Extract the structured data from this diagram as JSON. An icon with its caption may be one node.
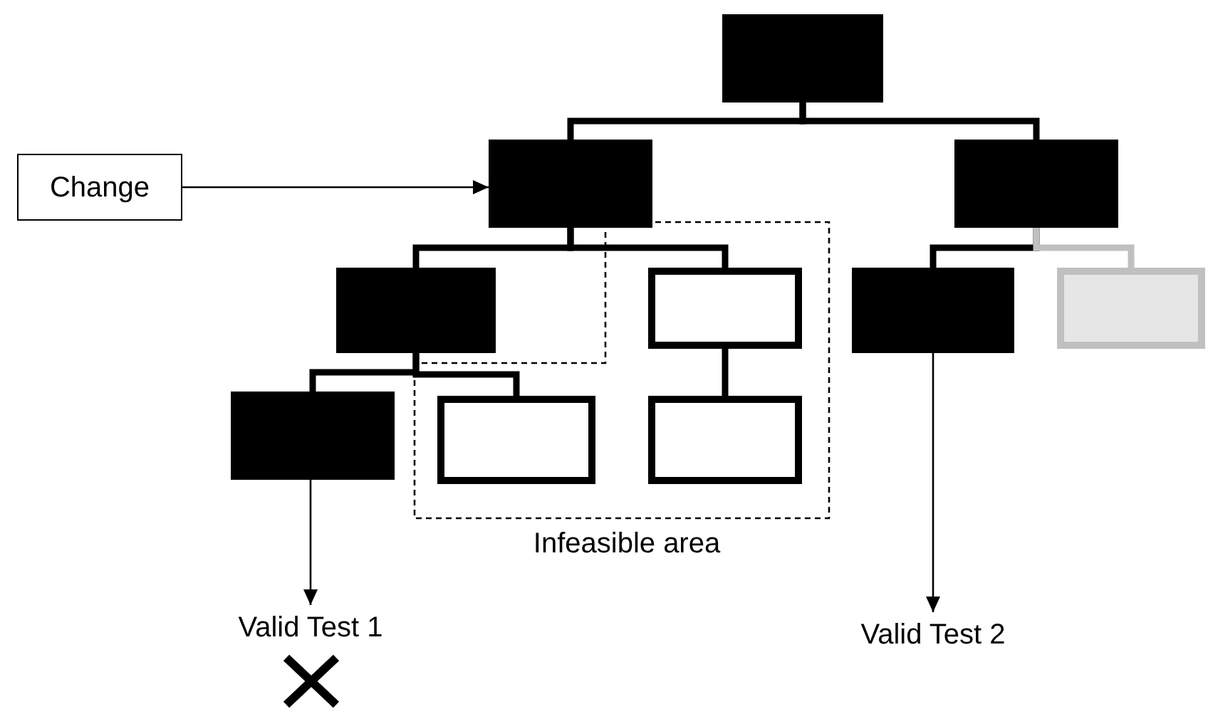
{
  "diagram": {
    "nodes": [
      {
        "text": [],
        "shape": "box"
      },
      {
        "text": [
          "Change"
        ]
      },
      {
        "text": [],
        "shape": "box"
      },
      {
        "text": [],
        "shape": "box"
      },
      {
        "text": [
          "Infeasible area"
        ]
      },
      {
        "text": [],
        "shape": "box"
      },
      {
        "text": [],
        "shape": "box",
        "in": 4
      },
      {
        "text": [],
        "shape": "box"
      },
      {
        "text": [],
        "shape": "box"
      },
      {
        "text": [],
        "shape": "box"
      },
      {
        "text": [],
        "shape": "box",
        "in": 4
      },
      {
        "text": [],
        "shape": "box",
        "in": 4
      },
      {
        "text": [
          "Valid Test 1"
        ]
      },
      {
        "text": [
          "Valid Test 2"
        ]
      }
    ],
    "edges": [
      {
        "from": 0,
        "to": 2,
        "arrow": "none"
      },
      {
        "from": 0,
        "to": 3,
        "arrow": "none"
      },
      {
        "from": 1,
        "to": 2,
        "arrow": "to"
      },
      {
        "from": 2,
        "to": 5,
        "arrow": "none"
      },
      {
        "from": 2,
        "to": 6,
        "arrow": "none"
      },
      {
        "from": 3,
        "to": 7,
        "arrow": "none"
      },
      {
        "from": 3,
        "to": 8,
        "arrow": "none",
        "color": "#c0c0c0"
      },
      {
        "from": 5,
        "to": 9,
        "arrow": "none"
      },
      {
        "from": 5,
        "to": 10,
        "arrow": "none"
      },
      {
        "from": 6,
        "to": 11,
        "arrow": "none"
      },
      {
        "from": 9,
        "to": 12,
        "arrow": "to"
      },
      {
        "from": 7,
        "to": 13,
        "arrow": "to"
      }
    ]
  }
}
